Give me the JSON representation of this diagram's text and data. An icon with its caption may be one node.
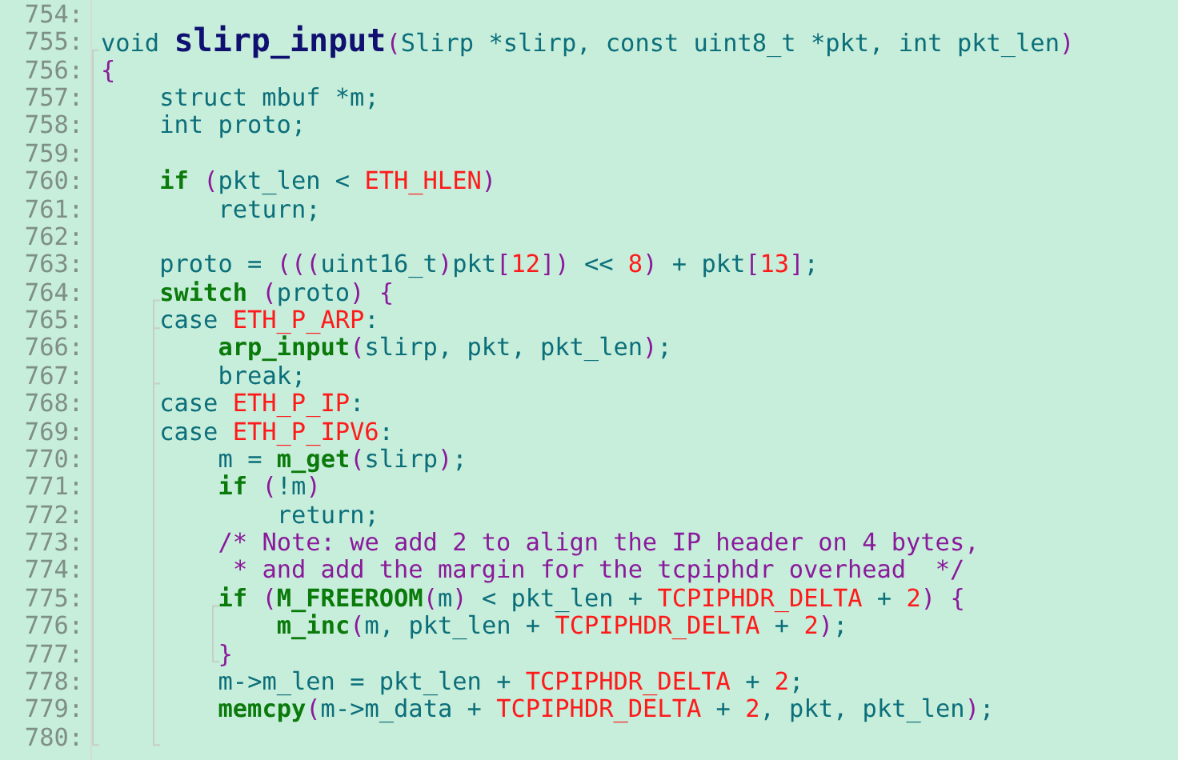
{
  "diagram": {
    "labels": [
      "754:",
      "755:",
      "void slirp_input(Slirp *slirp, const uint8_t *pkt, int pkt_len)",
      "756:",
      "{",
      "757:",
      "struct mbuf *m;",
      "758:",
      "int proto;",
      "759:",
      "760:",
      "if (pkt_len < ETH_HLEN)",
      "761:",
      "return;",
      "762:",
      "763:",
      "proto = (((uint16_t)pkt[12]) << 8) + pkt[13];",
      "764:",
      "switch (proto) {",
      "765:",
      "case ETH_P_ARP:",
      "766:",
      "arp_input(slirp, pkt, pkt_len);",
      "767:",
      "break;",
      "768:",
      "case ETH_P_IP:",
      "769:",
      "case ETH_P_IPV6:",
      "770:",
      "m = m_get(slirp);",
      "771:",
      "if (!m)",
      "772:",
      "return;",
      "773:",
      "/* Note: we add 2 to align the IP header on 4 bytes,",
      "774:",
      "* and add the margin for the tcpiphdr overhead  */",
      "775:",
      "if (M_FREEROOM(m) < pkt_len + TCPIPHDR_DELTA + 2) {",
      "776:",
      "m_inc(m, pkt_len + TCPIPHDR_DELTA + 2);",
      "777:",
      "}",
      "778:",
      "m->m_len = pkt_len + TCPIPHDR_DELTA + 2;",
      "779:",
      "memcpy(m->m_data + TCPIPHDR_DELTA + 2, pkt, pkt_len);",
      "780:"
    ]
  }
}
